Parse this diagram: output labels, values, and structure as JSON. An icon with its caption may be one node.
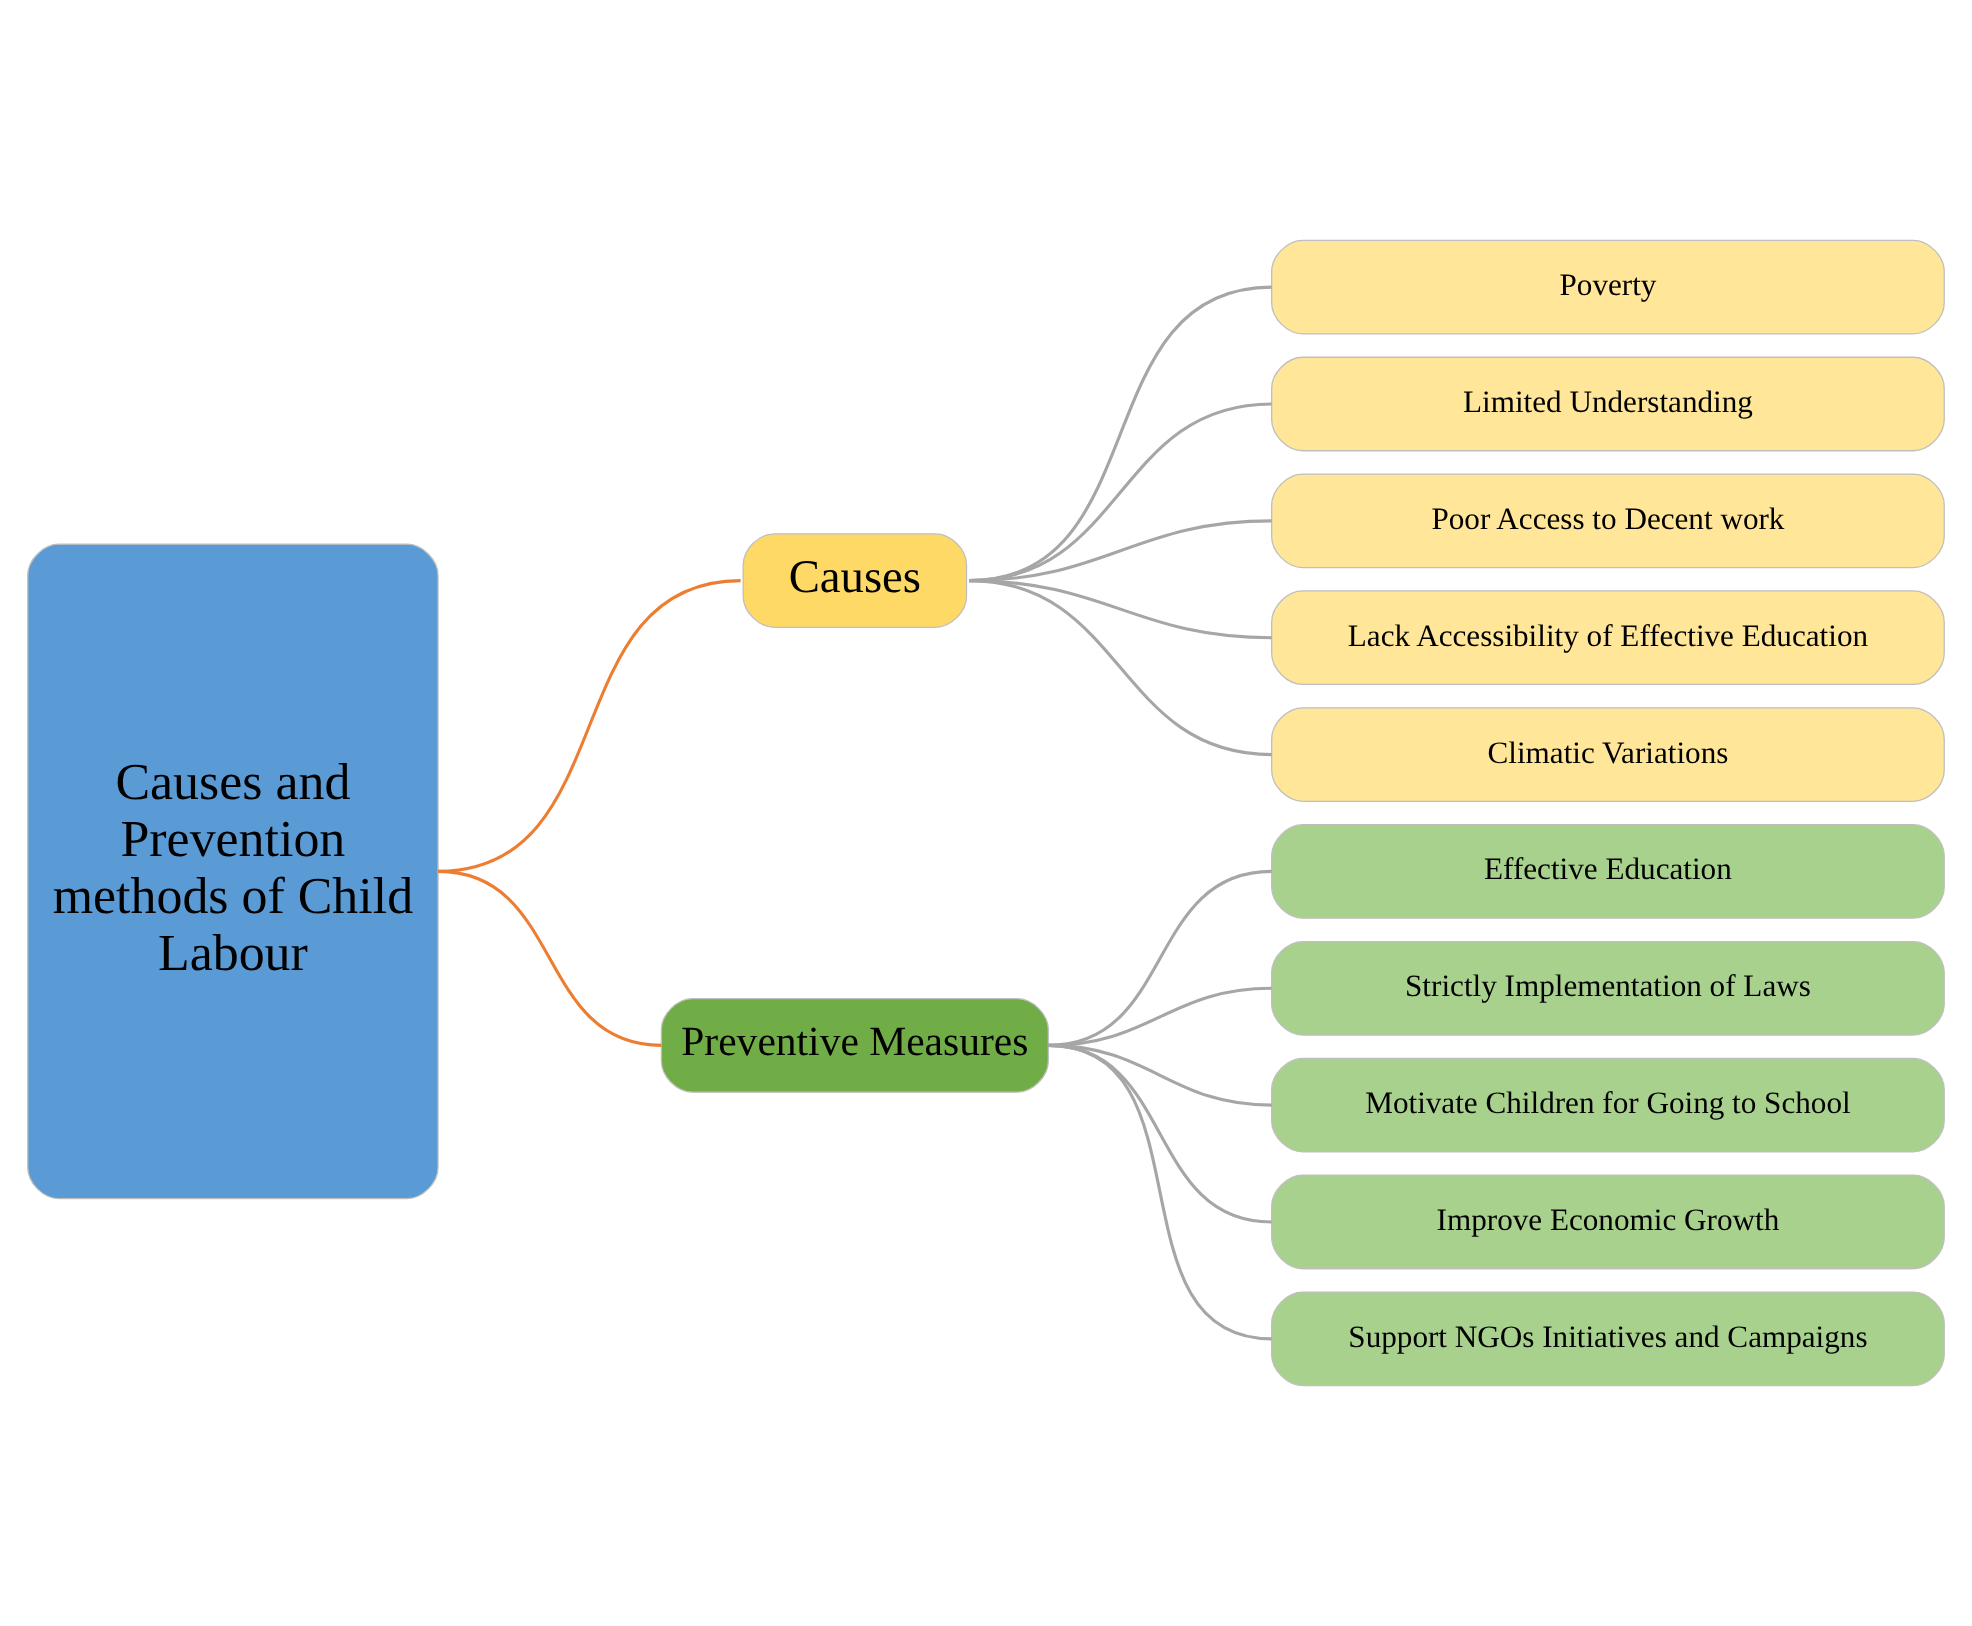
{
  "diagram": {
    "nodes": [
      {
        "text": [
          "Causes and Prevention methods of Child Labour"
        ]
      },
      {
        "text": [
          "Causes"
        ]
      },
      {
        "text": [
          "Preventive Measures"
        ]
      },
      {
        "text": [
          "Poverty"
        ]
      },
      {
        "text": [
          "Limited Understanding"
        ]
      },
      {
        "text": [
          "Poor Access to Decent work"
        ]
      },
      {
        "text": [
          "Lack Accessibility of Effective Education"
        ]
      },
      {
        "text": [
          "Climatic Variations"
        ]
      },
      {
        "text": [
          "Effective Education"
        ]
      },
      {
        "text": [
          "Strictly Implementation of Laws"
        ]
      },
      {
        "text": [
          "Motivate Children for Going to School"
        ]
      },
      {
        "text": [
          "Improve Economic Growth"
        ]
      },
      {
        "text": [
          "Support NGOs Initiatives and Campaigns"
        ]
      }
    ],
    "edges": [
      {
        "from": 0,
        "to": 1,
        "arrow": "none",
        "color": "#ed7d31"
      },
      {
        "from": 0,
        "to": 2,
        "arrow": "none",
        "color": "#ed7d31"
      },
      {
        "from": 1,
        "to": 3,
        "arrow": "none"
      },
      {
        "from": 1,
        "to": 4,
        "arrow": "none"
      },
      {
        "from": 1,
        "to": 5,
        "arrow": "none"
      },
      {
        "from": 1,
        "to": 6,
        "arrow": "none"
      },
      {
        "from": 1,
        "to": 7,
        "arrow": "none"
      },
      {
        "from": 2,
        "to": 8,
        "arrow": "none"
      },
      {
        "from": 2,
        "to": 9,
        "arrow": "none"
      },
      {
        "from": 2,
        "to": 10,
        "arrow": "none"
      },
      {
        "from": 2,
        "to": 11,
        "arrow": "none"
      },
      {
        "from": 2,
        "to": 12,
        "arrow": "none"
      }
    ]
  }
}
